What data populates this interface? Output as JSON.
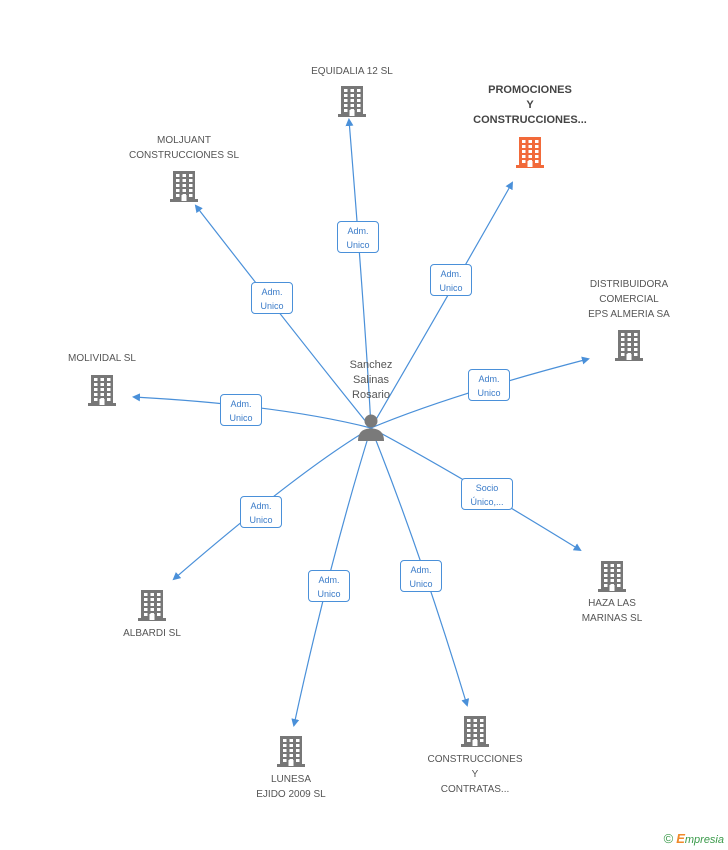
{
  "center": {
    "name_lines": [
      "Sanchez",
      "Salinas",
      "Rosario"
    ],
    "icon": "person-icon"
  },
  "colors": {
    "edge": "#4a90d9",
    "company_icon": "#777777",
    "highlight_icon": "#f26a3a",
    "label_text": "#555555",
    "badge_text": "#3a7bc8"
  },
  "nodes": [
    {
      "id": "equidalia",
      "lines": [
        "EQUIDALIA 12 SL"
      ],
      "highlight": false,
      "rel": [
        "Adm.",
        "Unico"
      ]
    },
    {
      "id": "promociones",
      "lines": [
        "PROMOCIONES",
        "Y",
        "CONSTRUCCIONES..."
      ],
      "highlight": true,
      "rel": [
        "Adm.",
        "Unico"
      ]
    },
    {
      "id": "moljuant",
      "lines": [
        "MOLJUANT",
        "CONSTRUCCIONES SL"
      ],
      "highlight": false,
      "rel": [
        "Adm.",
        "Unico"
      ]
    },
    {
      "id": "distribuidora",
      "lines": [
        "DISTRIBUIDORA",
        "COMERCIAL",
        "EPS ALMERIA SA"
      ],
      "highlight": false,
      "rel": [
        "Adm.",
        "Unico"
      ]
    },
    {
      "id": "molividal",
      "lines": [
        "MOLIVIDAL SL"
      ],
      "highlight": false,
      "rel": [
        "Adm.",
        "Unico"
      ]
    },
    {
      "id": "haza",
      "lines": [
        "HAZA LAS",
        "MARINAS SL"
      ],
      "highlight": false,
      "rel": [
        "Socio",
        "Único,..."
      ]
    },
    {
      "id": "albardi",
      "lines": [
        "ALBARDI SL"
      ],
      "highlight": false,
      "rel": [
        "Adm.",
        "Unico"
      ]
    },
    {
      "id": "lunesa",
      "lines": [
        "LUNESA",
        "EJIDO 2009 SL"
      ],
      "highlight": false,
      "rel": [
        "Adm.",
        "Unico"
      ]
    },
    {
      "id": "contratas",
      "lines": [
        "CONSTRUCCIONES",
        "Y",
        "CONTRATAS..."
      ],
      "highlight": false,
      "rel": [
        "Adm.",
        "Unico"
      ]
    }
  ],
  "footer": {
    "copyright": "©",
    "brand_initial": "E",
    "brand_rest": "mpresia"
  }
}
